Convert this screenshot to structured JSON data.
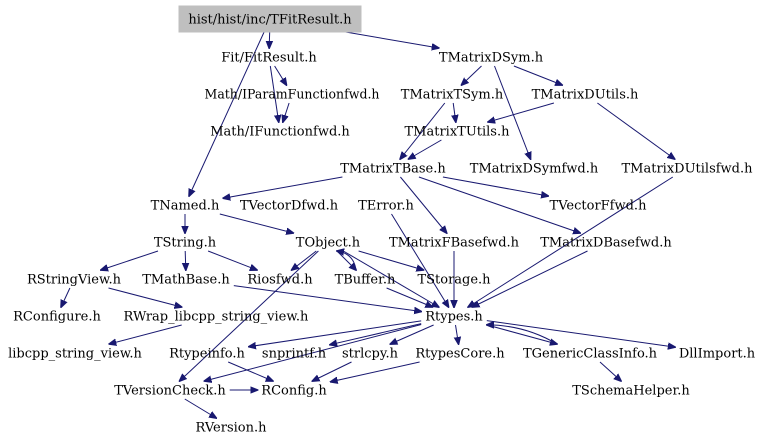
{
  "graph": {
    "root": "hist/hist/inc/TFitResult.h",
    "nodes": [
      {
        "id": "root",
        "label": "hist/hist/inc/TFitResult.h"
      },
      {
        "id": "fitresult",
        "label": "Fit/FitResult.h"
      },
      {
        "id": "tmatrixdsym",
        "label": "TMatrixDSym.h"
      },
      {
        "id": "iparamfwd",
        "label": "Math/IParamFunctionfwd.h"
      },
      {
        "id": "tmatrixtsym",
        "label": "TMatrixTSym.h"
      },
      {
        "id": "tmatrixdutils",
        "label": "TMatrixDUtils.h"
      },
      {
        "id": "ifunctionfwd",
        "label": "Math/IFunctionfwd.h"
      },
      {
        "id": "tmatrixtutils",
        "label": "TMatrixTUtils.h"
      },
      {
        "id": "tmatrixtbase",
        "label": "TMatrixTBase.h"
      },
      {
        "id": "tmatrixdsymfwd",
        "label": "TMatrixDSymfwd.h"
      },
      {
        "id": "tmatrixdutilsfwd",
        "label": "TMatrixDUtilsfwd.h"
      },
      {
        "id": "tnamed",
        "label": "TNamed.h"
      },
      {
        "id": "tvectordfwd",
        "label": "TVectorDfwd.h"
      },
      {
        "id": "terror",
        "label": "TError.h"
      },
      {
        "id": "tvectorffwd",
        "label": "TVectorFfwd.h"
      },
      {
        "id": "tstring",
        "label": "TString.h"
      },
      {
        "id": "tobject",
        "label": "TObject.h"
      },
      {
        "id": "tmatrixfbasefwd",
        "label": "TMatrixFBasefwd.h"
      },
      {
        "id": "tmatrixdbasefwd",
        "label": "TMatrixDBasefwd.h"
      },
      {
        "id": "rstringview",
        "label": "RStringView.h"
      },
      {
        "id": "tmathbase",
        "label": "TMathBase.h"
      },
      {
        "id": "riosfwd",
        "label": "Riosfwd.h"
      },
      {
        "id": "tbuffer",
        "label": "TBuffer.h"
      },
      {
        "id": "tstorage",
        "label": "TStorage.h"
      },
      {
        "id": "rconfigure",
        "label": "RConfigure.h"
      },
      {
        "id": "rwrap",
        "label": "RWrap_libcpp_string_view.h"
      },
      {
        "id": "rtypes",
        "label": "Rtypes.h"
      },
      {
        "id": "libcpp",
        "label": "libcpp_string_view.h"
      },
      {
        "id": "rtypeinfo",
        "label": "Rtypeinfo.h"
      },
      {
        "id": "snprintf",
        "label": "snprintf.h"
      },
      {
        "id": "strlcpy",
        "label": "strlcpy.h"
      },
      {
        "id": "rtypescore",
        "label": "RtypesCore.h"
      },
      {
        "id": "tgenericclassinfo",
        "label": "TGenericClassInfo.h"
      },
      {
        "id": "dllimport",
        "label": "DllImport.h"
      },
      {
        "id": "tversioncheck",
        "label": "TVersionCheck.h"
      },
      {
        "id": "rconfig",
        "label": "RConfig.h"
      },
      {
        "id": "tschemahelper",
        "label": "TSchemaHelper.h"
      },
      {
        "id": "rversion",
        "label": "RVersion.h"
      }
    ],
    "edges": [
      [
        "root",
        "fitresult"
      ],
      [
        "root",
        "tmatrixdsym"
      ],
      [
        "root",
        "tnamed"
      ],
      [
        "fitresult",
        "iparamfwd"
      ],
      [
        "fitresult",
        "ifunctionfwd"
      ],
      [
        "iparamfwd",
        "ifunctionfwd"
      ],
      [
        "tmatrixdsym",
        "tmatrixtsym"
      ],
      [
        "tmatrixdsym",
        "tmatrixdutils"
      ],
      [
        "tmatrixdsym",
        "tmatrixdsymfwd"
      ],
      [
        "tmatrixtsym",
        "tmatrixtbase"
      ],
      [
        "tmatrixtsym",
        "tmatrixtutils"
      ],
      [
        "tmatrixdutils",
        "tmatrixtutils"
      ],
      [
        "tmatrixdutils",
        "tmatrixdutilsfwd"
      ],
      [
        "tmatrixtutils",
        "tmatrixtbase"
      ],
      [
        "tmatrixtbase",
        "tnamed"
      ],
      [
        "tmatrixtbase",
        "tvectorffwd"
      ],
      [
        "tmatrixtbase",
        "tmatrixfbasefwd"
      ],
      [
        "tmatrixtbase",
        "tmatrixdbasefwd"
      ],
      [
        "tnamed",
        "tstring"
      ],
      [
        "tnamed",
        "tobject"
      ],
      [
        "tstring",
        "rstringview"
      ],
      [
        "tstring",
        "tmathbase"
      ],
      [
        "tstring",
        "riosfwd"
      ],
      [
        "tobject",
        "riosfwd"
      ],
      [
        "tobject",
        "tbuffer"
      ],
      [
        "tobject",
        "tstorage"
      ],
      [
        "tobject",
        "rtypes"
      ],
      [
        "tobject",
        "tversioncheck"
      ],
      [
        "tbuffer",
        "tobject"
      ],
      [
        "tbuffer",
        "rtypes"
      ],
      [
        "tstorage",
        "rtypes"
      ],
      [
        "terror",
        "rtypes"
      ],
      [
        "tmatrixfbasefwd",
        "rtypes"
      ],
      [
        "tmatrixdbasefwd",
        "rtypes"
      ],
      [
        "tmatrixdutilsfwd",
        "rtypes"
      ],
      [
        "rstringview",
        "rconfigure"
      ],
      [
        "rstringview",
        "rwrap"
      ],
      [
        "tmathbase",
        "rtypes"
      ],
      [
        "rwrap",
        "libcpp"
      ],
      [
        "rtypes",
        "rtypeinfo"
      ],
      [
        "rtypes",
        "snprintf"
      ],
      [
        "rtypes",
        "strlcpy"
      ],
      [
        "rtypes",
        "rtypescore"
      ],
      [
        "rtypes",
        "tgenericclassinfo"
      ],
      [
        "rtypes",
        "dllimport"
      ],
      [
        "rtypes",
        "tversioncheck"
      ],
      [
        "rtypescore",
        "rconfig"
      ],
      [
        "rtypeinfo",
        "rconfig"
      ],
      [
        "strlcpy",
        "rconfig"
      ],
      [
        "tversioncheck",
        "rconfig"
      ],
      [
        "tgenericclassinfo",
        "tschemahelper"
      ],
      [
        "tgenericclassinfo",
        "rtypes"
      ],
      [
        "tversioncheck",
        "rversion"
      ]
    ]
  }
}
